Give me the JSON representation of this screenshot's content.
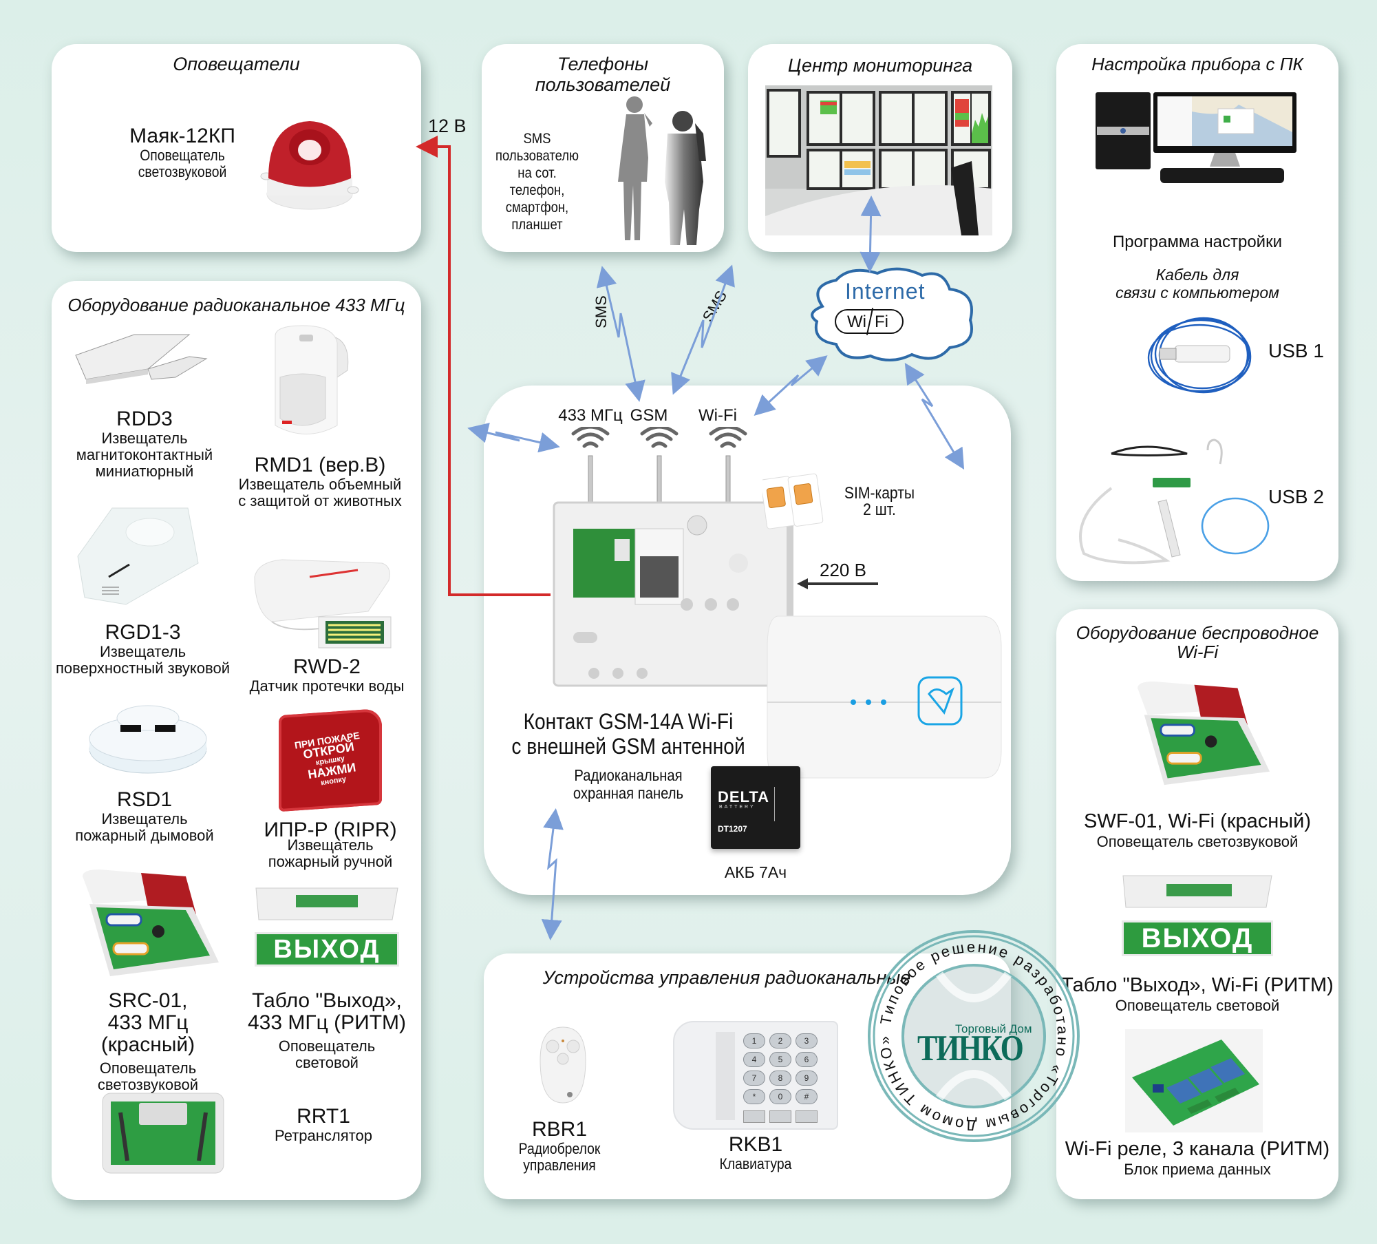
{
  "colors": {
    "background": "#dcefe9",
    "panel": "#ffffff",
    "wire_red": "#d32a2a",
    "radio_link": "#7b9ed8",
    "cloud_blue": "#2d6aa8",
    "stamp": "#7ab8b8",
    "tinko_green": "#0d6b5a",
    "exit_green": "#2e9b3f"
  },
  "notifiers": {
    "title": "Оповещатели",
    "device": {
      "model": "Маяк-12КП",
      "desc_line1": "Оповещатель",
      "desc_line2": "светозвуковой"
    }
  },
  "power_12v_label": "12 В",
  "phones": {
    "title_line1": "Телефоны",
    "title_line2": "пользователей",
    "text_lines": [
      "SMS",
      "пользователю",
      "на сот. телефон,",
      "смартфон,",
      "планшет"
    ]
  },
  "monitoring": {
    "title": "Центр мониторинга"
  },
  "pc_setup": {
    "title": "Настройка прибора с ПК",
    "program_label": "Программа настройки",
    "cable_line1": "Кабель для",
    "cable_line2": "связи с компьютером",
    "usb1": "USB 1",
    "usb2": "USB 2"
  },
  "links": {
    "sms_left": "SMS",
    "sms_right": "SMS",
    "internet": "Internet",
    "wifi_left": "Wi",
    "wifi_right": "Fi"
  },
  "radio433": {
    "title": "Оборудование радиоканальное 433 МГц",
    "devices": [
      {
        "model": "RDD3",
        "desc": [
          "Извещатель",
          "магнитоконтактный",
          "миниатюрный"
        ]
      },
      {
        "model": "RMD1 (вер.В)",
        "desc": [
          "Извещатель объемный",
          "с защитой от животных"
        ]
      },
      {
        "model": "RGD1-3",
        "desc": [
          "Извещатель",
          "поверхностный  звуковой"
        ]
      },
      {
        "model": "RWD-2",
        "desc": [
          "Датчик протечки воды"
        ]
      },
      {
        "model": "RSD1",
        "desc": [
          "Извещатель",
          "пожарный дымовой"
        ]
      },
      {
        "model": "ИПР-Р (RIPR)",
        "desc": [
          "Извещатель",
          "пожарный  ручной"
        ]
      },
      {
        "model": "SRC-01,",
        "model2": "433 МГц (красный)",
        "desc": [
          "Оповещатель",
          "светозвуковой"
        ]
      },
      {
        "model": "Табло \"Выход»,",
        "model2": "433 МГц (РИТМ)",
        "desc": [
          "Оповещатель",
          "световой"
        ]
      },
      {
        "model": "RRT1",
        "desc": [
          "Ретранслятор"
        ]
      }
    ],
    "ipr_text": [
      "ПРИ ПОЖАРЕ",
      "ОТКРОЙ",
      "крышку",
      "НАЖМИ",
      "кнопку"
    ],
    "exit_sign": "ВЫХОД"
  },
  "main_panel": {
    "antenna_labels": [
      "433 МГц",
      "GSM",
      "Wi-Fi"
    ],
    "sim_line1": "SIM-карты",
    "sim_line2": "2 шт.",
    "power_220v": "220 В",
    "name_line1": "Контакт GSM-14A Wi-Fi",
    "name_line2": "с внешней GSM антенной",
    "desc_line1": "Радиоканальная",
    "desc_line2": "охранная панель",
    "battery_brand": "DELTA",
    "battery_sub": "BATTERY",
    "battery_model": "DT1207",
    "battery_label": "АКБ 7Ач"
  },
  "controls": {
    "title": "Устройства управления радиоканальные",
    "devices": [
      {
        "model": "RBR1",
        "desc": [
          "Радиобрелок",
          "управления"
        ]
      },
      {
        "model": "RKB1",
        "desc": [
          "Клавиатура"
        ]
      }
    ],
    "keypad_keys": [
      "1",
      "2",
      "3",
      "4",
      "5",
      "6",
      "7",
      "8",
      "9",
      "*",
      "0",
      "#"
    ]
  },
  "wifi_equipment": {
    "title_line1": "Оборудование беспроводное",
    "title_line2": "Wi-Fi",
    "devices": [
      {
        "model": "SWF-01, Wi-Fi (красный)",
        "desc": "Оповещатель светозвуковой"
      },
      {
        "model": "Табло \"Выход», Wi-Fi (РИТМ)",
        "desc": "Оповещатель световой"
      },
      {
        "model": "Wi-Fi реле, 3 канала (РИТМ)",
        "desc": "Блок приема данных"
      }
    ],
    "exit_sign": "ВЫХОД"
  },
  "stamp": {
    "ring_text": "Типовое решение разработано «Торговым Домом ТИНКО»",
    "brand_small": "Торговый Дом",
    "brand_big": "ТИНКО"
  }
}
